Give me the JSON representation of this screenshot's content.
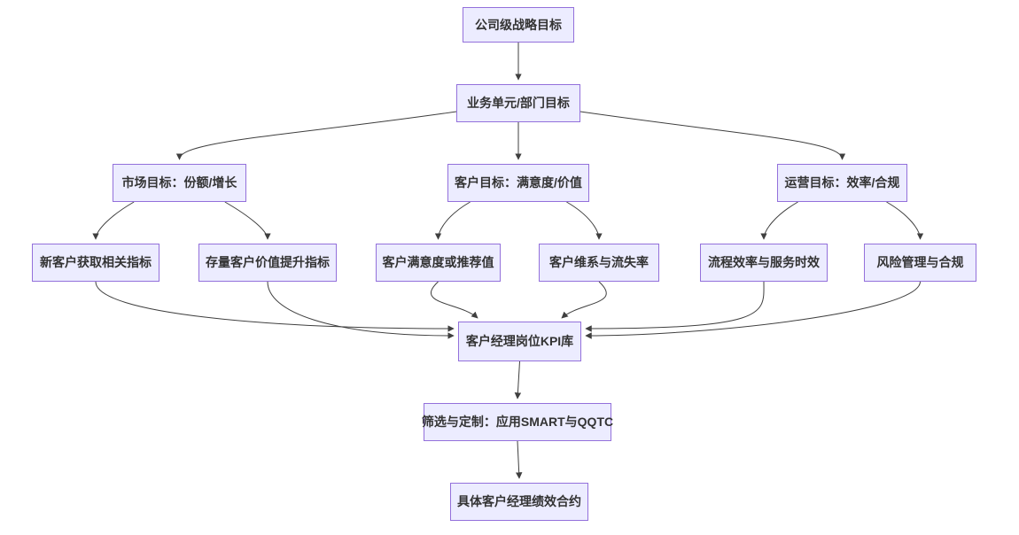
{
  "diagram": {
    "type": "flowchart-top-down",
    "nodes": {
      "n1": {
        "id": "1",
        "label": "公司级战略目标"
      },
      "n2": {
        "id": "2",
        "label": "业务单元/部门目标"
      },
      "n3": {
        "id": "3",
        "label": "市场目标：份额/增长"
      },
      "n4": {
        "id": "4",
        "label": "客户目标：满意度/价值"
      },
      "n5": {
        "id": "5",
        "label": "运营目标：效率/合规"
      },
      "n6": {
        "id": "6",
        "label": "新客户获取相关指标"
      },
      "n7": {
        "id": "7",
        "label": "存量客户价值提升指标"
      },
      "n8": {
        "id": "8",
        "label": "客户满意度或推荐值"
      },
      "n9": {
        "id": "9",
        "label": "客户维系与流失率"
      },
      "n10": {
        "id": "10",
        "label": "流程效率与服务时效"
      },
      "n11": {
        "id": "11",
        "label": "风险管理与合规"
      },
      "n12": {
        "id": "12",
        "label": "客户经理岗位KPI库"
      },
      "n13": {
        "id": "13",
        "label": "筛选与定制：应用SMART与QQTC"
      },
      "n14": {
        "id": "14",
        "label": "具体客户经理绩效合约"
      }
    },
    "edges": [
      {
        "from": "1",
        "to": "2"
      },
      {
        "from": "2",
        "to": "3"
      },
      {
        "from": "2",
        "to": "4"
      },
      {
        "from": "2",
        "to": "5"
      },
      {
        "from": "3",
        "to": "6"
      },
      {
        "from": "3",
        "to": "7"
      },
      {
        "from": "4",
        "to": "8"
      },
      {
        "from": "4",
        "to": "9"
      },
      {
        "from": "5",
        "to": "10"
      },
      {
        "from": "5",
        "to": "11"
      },
      {
        "from": "6",
        "to": "12"
      },
      {
        "from": "7",
        "to": "12"
      },
      {
        "from": "8",
        "to": "12"
      },
      {
        "from": "9",
        "to": "12"
      },
      {
        "from": "10",
        "to": "12"
      },
      {
        "from": "11",
        "to": "12"
      },
      {
        "from": "12",
        "to": "13"
      },
      {
        "from": "13",
        "to": "14"
      }
    ],
    "colors": {
      "node_fill": "#ECECFF",
      "node_border": "#9370DB",
      "edge": "#3f3f3f",
      "text": "#333333",
      "background": "#ffffff"
    }
  }
}
